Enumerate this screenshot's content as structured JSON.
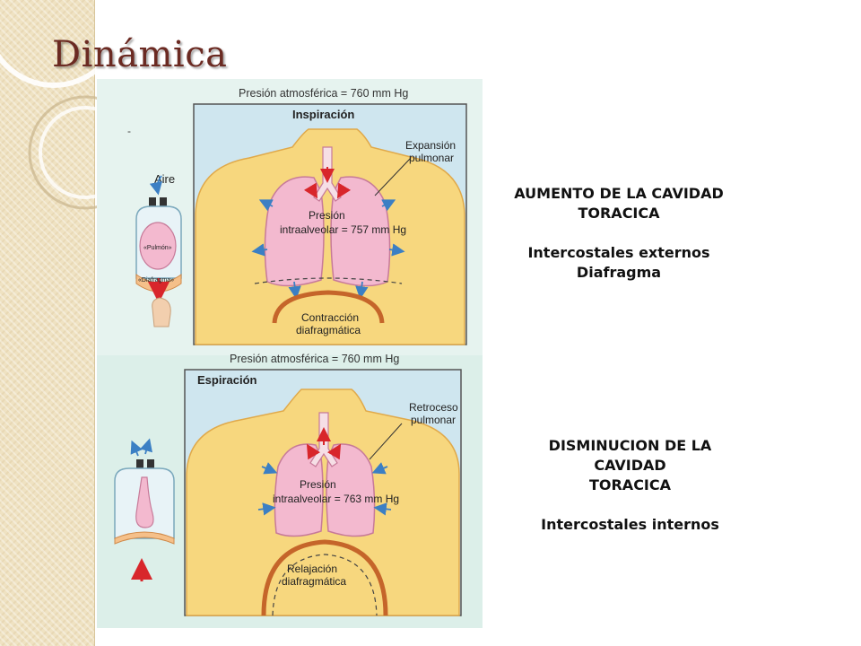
{
  "slide": {
    "title": "Dinámica"
  },
  "diagram": {
    "inspiracion": {
      "heading": "Inspiración",
      "pressure_atm": "Presión atmosférica = 760 mm Hg",
      "label_expansion_1": "Expansión",
      "label_expansion_2": "pulmonar",
      "label_presion": "Presión",
      "label_intra": "intraalveolar = 757 mm Hg",
      "label_contraccion_1": "Contracción",
      "label_contraccion_2": "diafragmática",
      "model_aire": "Aire",
      "model_pulmon": "«Pulmón»",
      "model_diafragma": "«Diafragma»",
      "dash": "-"
    },
    "espiracion": {
      "heading": "Espiración",
      "pressure_atm": "Presión atmosférica = 760 mm Hg",
      "label_retroceso_1": "Retroceso",
      "label_retroceso_2": "pulmonar",
      "label_presion": "Presión",
      "label_intra": "intraalveolar = 763 mm Hg",
      "label_relajacion_1": "Relajación",
      "label_relajacion_2": "diafragmática"
    }
  },
  "captions": {
    "top": {
      "line1": "AUMENTO DE LA CAVIDAD",
      "line2": "TORACICA",
      "line3": "Intercostales externos",
      "line4": "Diafragma"
    },
    "bottom": {
      "line1": "DISMINUCION DE LA",
      "line2": "CAVIDAD",
      "line3": "TORACICA",
      "line4": "Intercostales internos"
    }
  },
  "colors": {
    "title": "#6b2a22",
    "skin": "#f7d77e",
    "lung": "#f3b9cf",
    "arrow_red": "#d8262b",
    "arrow_blue": "#3b7fc4",
    "panel_bg": "#cfe6ef"
  }
}
